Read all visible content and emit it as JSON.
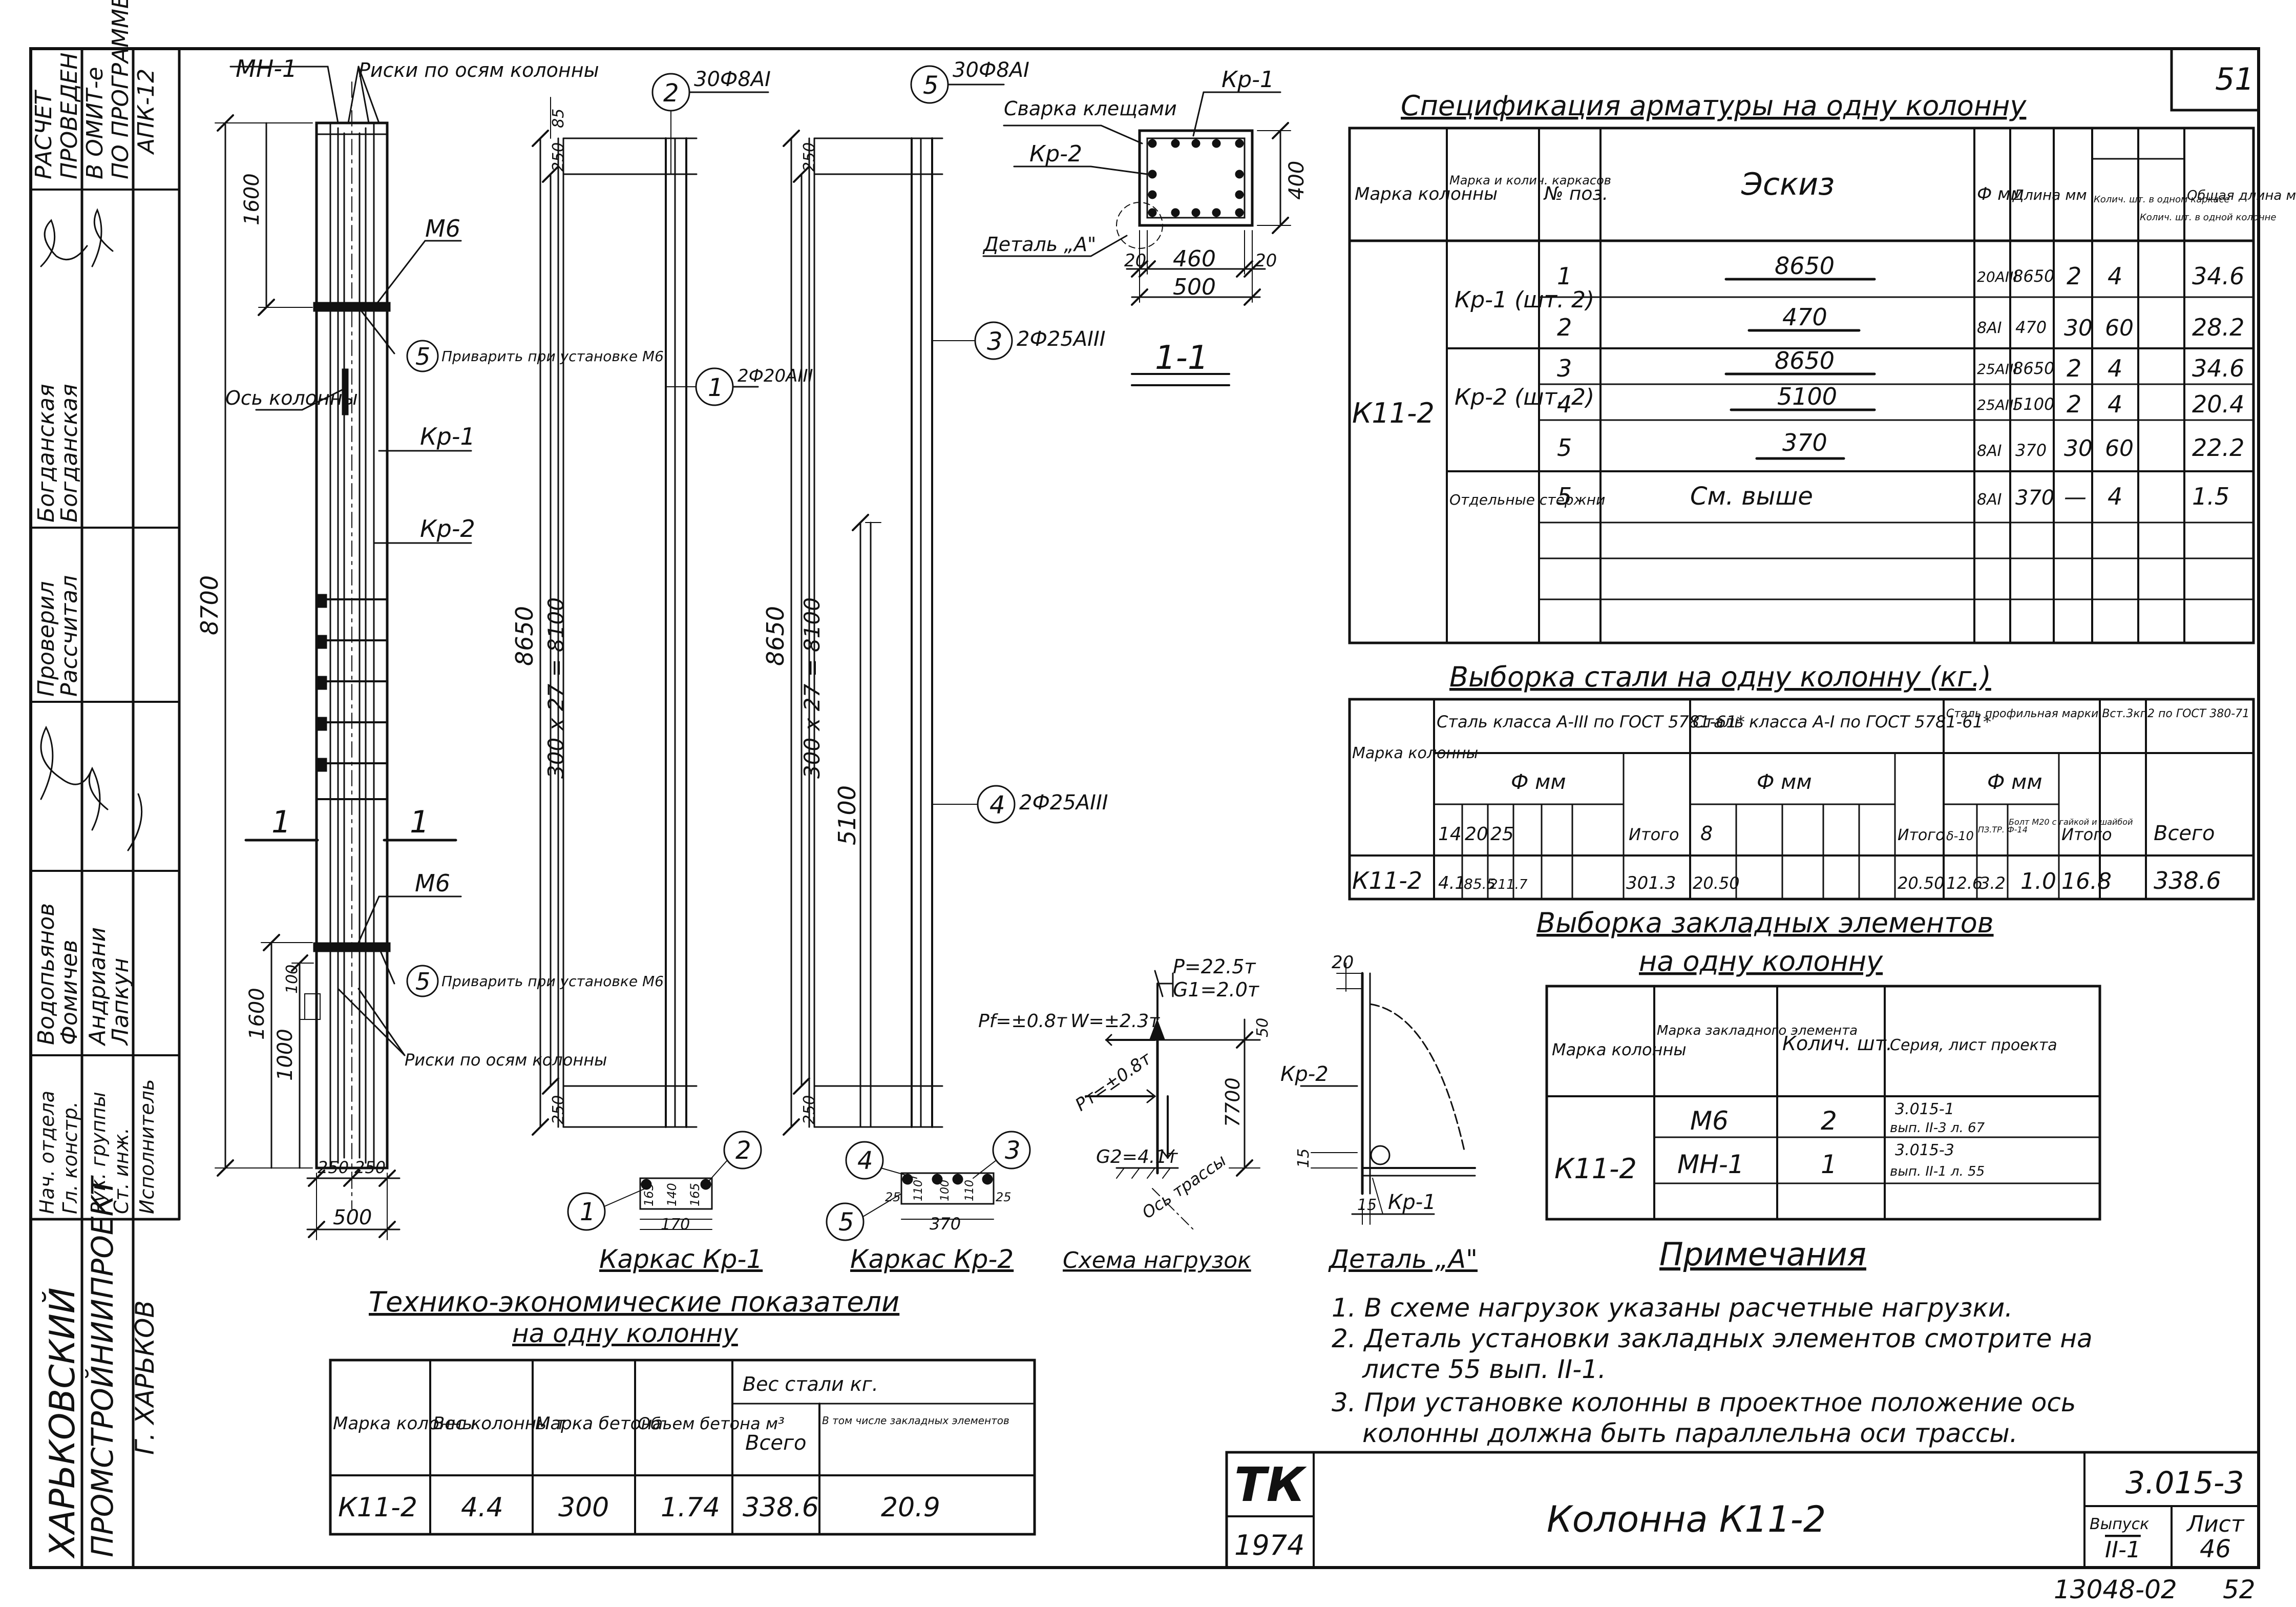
{
  "sheet_number": "51",
  "side": {
    "calc_note": [
      "РАСЧЕТ",
      "ПРОВЕДЕН",
      "В ОМИТ-е",
      "ПО ПРОГРАММЕ",
      "АПК-12"
    ],
    "org": [
      "ХАРЬКОВСКИЙ",
      "ПРОМСТРОЙНИИПРОЕКТ",
      "Г. ХАРЬКОВ"
    ],
    "roles": [
      "Нач. отдела",
      "Гл. констр.",
      "Рук. группы",
      "Ст. инж.",
      "Исполнитель",
      "Проверил",
      "Рассчитал"
    ],
    "names": [
      "Водопьянов",
      "Фомичев",
      "Андриани",
      "Лапкун",
      "Богданская",
      "Богданская"
    ]
  },
  "column_drawing": {
    "mn1": "МН-1",
    "riski_top": "Риски по осям колонны",
    "m6_top": "М6",
    "m6_bottom": "М6",
    "privarit_top": "Приварить при установке М6",
    "privarit_bottom": "Приварить при установке М6",
    "riski_bottom": "Риски по осям колонны",
    "os_kolonny": "Ось колонны",
    "kp1": "Кр-1",
    "kp2": "Кр-2",
    "dim_total": "8700",
    "dim_1600_top": "1600",
    "dim_1600_bottom": "1600",
    "dim_1000": "1000",
    "dim_100": "100",
    "dim_250a": "250",
    "dim_250b": "250",
    "dim_500": "500",
    "section_mark": "1",
    "pos5": "5"
  },
  "frame_kp1": {
    "pos2": "2",
    "bar2": "30Ф8АI",
    "pos1": "1",
    "bar1": "2Ф20АIII",
    "dim_8650": "8650",
    "dim_8100": "300 x 27 = 8100",
    "dim_250t": "250",
    "dim_250b": "250",
    "dim_85": "85",
    "title": "Каркас Кр-1",
    "sec_dims": [
      "165",
      "140",
      "165",
      "170"
    ]
  },
  "frame_kp2": {
    "pos5": "5",
    "bar5": "30Ф8АI",
    "pos3": "3",
    "bar3": "2Ф25АIII",
    "pos4": "4",
    "bar4": "2Ф25АIII",
    "dim_8650": "8650",
    "dim_8100": "300 x 27 = 8100",
    "dim_5100": "5100",
    "dim_250t": "250",
    "dim_250b": "250",
    "title": "Каркас Кр-2",
    "sec_dims": [
      "25",
      "110",
      "100",
      "110",
      "25",
      "370"
    ]
  },
  "section_11": {
    "svarka": "Сварка клещами",
    "kp1": "Кр-1",
    "kp2": "Кр-2",
    "detail": "Деталь „А\"",
    "dim_400": "400",
    "dim_460": "460",
    "dim_20a": "20",
    "dim_20b": "20",
    "dim_500": "500",
    "title": "1-1"
  },
  "loads": {
    "p": "P=22.5т",
    "g1": "G1=2.0т",
    "pf": "Pf=±0.8т",
    "w": "W=±2.3т",
    "pt": "Pт=±0.8т",
    "g2": "G2=4.1т",
    "os_trassy": "Ось трассы",
    "dim_7700": "7700",
    "dim_50": "50",
    "title": "Схема нагрузок"
  },
  "detail_a": {
    "kp2": "Кр-2",
    "kp1": "Кр-1",
    "d20": "20",
    "d15a": "15",
    "d15b": "15",
    "title": "Деталь „А\""
  },
  "spec": {
    "title": "Спецификация арматуры на одну колонну",
    "headers": [
      "Марка колонны",
      "Марка и колич. каркасов",
      "№ поз.",
      "Эскиз",
      "Ф мм",
      "Длина мм",
      "Колич. шт. в одном каркасе",
      "Колич. шт. в одной колонне",
      "Общая длина м"
    ],
    "column_mark": "К11-2",
    "groups": [
      "Кр-1 (шт. 2)",
      "Кр-2 (шт. 2)",
      "Отдельные стержни"
    ],
    "rows": [
      {
        "pos": "1",
        "sketch": "8650",
        "d": "20АIII",
        "len": "8650",
        "n1": "2",
        "n2": "4",
        "total": "34.6"
      },
      {
        "pos": "2",
        "sketch": "470",
        "d": "8АI",
        "len": "470",
        "n1": "30",
        "n2": "60",
        "total": "28.2"
      },
      {
        "pos": "3",
        "sketch": "8650",
        "d": "25АIII",
        "len": "8650",
        "n1": "2",
        "n2": "4",
        "total": "34.6"
      },
      {
        "pos": "4",
        "sketch": "5100",
        "d": "25АIII",
        "len": "5100",
        "n1": "2",
        "n2": "4",
        "total": "20.4"
      },
      {
        "pos": "5",
        "sketch": "370",
        "d": "8АI",
        "len": "370",
        "n1": "30",
        "n2": "60",
        "total": "22.2"
      },
      {
        "pos": "5",
        "sketch": "См. выше",
        "d": "8АI",
        "len": "370",
        "n1": "—",
        "n2": "4",
        "total": "1.5"
      }
    ]
  },
  "steel": {
    "title": "Выборка стали на одну колонну (кг.)",
    "h_mark": "Марка колонны",
    "h_a3": "Сталь класса А-III по ГОСТ 5781-61*",
    "h_a1": "Сталь класса А-I по ГОСТ 5781-61*",
    "h_prof": "Сталь профильная марки Вст.3кп2 по ГОСТ 380-71",
    "h_phi": "Ф мм",
    "sub_a3": [
      "14",
      "20",
      "25",
      "",
      ""
    ],
    "sub_a1": [
      "8",
      "",
      "",
      "",
      ""
    ],
    "sub_prof": [
      "δ-10",
      "ПЗ.ТР. Ф-14",
      "Болт М20 с гайкой и шайбой"
    ],
    "h_itogo": "Итого",
    "h_vsego": "Всего",
    "row": {
      "mark": "К11-2",
      "a3": [
        "4.1",
        "85.5",
        "211.7",
        "",
        ""
      ],
      "a3_total": "301.3",
      "a1": [
        "20.50",
        "",
        "",
        "",
        ""
      ],
      "a1_total": "20.50",
      "prof": [
        "12.6",
        "3.2",
        "1.0"
      ],
      "prof_total": "16.8",
      "all": "338.6"
    }
  },
  "embedded": {
    "title1": "Выборка закладных элементов",
    "title2": "на одну колонну",
    "headers": [
      "Марка колонны",
      "Марка закладного элемента",
      "Колич. шт.",
      "Серия, лист проекта"
    ],
    "column_mark": "К11-2",
    "rows": [
      {
        "el": "М6",
        "qty": "2",
        "series": [
          "3.015-1",
          "вып. II-3 л. 67"
        ]
      },
      {
        "el": "МН-1",
        "qty": "1",
        "series": [
          "3.015-3",
          "вып. II-1 л. 55"
        ]
      }
    ]
  },
  "tep": {
    "title1": "Технико-экономические показатели",
    "title2": "на одну колонну",
    "headers": [
      "Марка колонны",
      "Вес колонны т",
      "Марка бетона",
      "Объем бетона м³",
      "Вес стали кг."
    ],
    "sub": [
      "Всего",
      "В том числе закладных элементов"
    ],
    "row": [
      "К11-2",
      "4.4",
      "300",
      "1.74",
      "338.6",
      "20.9"
    ]
  },
  "notes": {
    "title": "Примечания",
    "items": [
      "1. В схеме нагрузок указаны расчетные нагрузки.",
      "2. Деталь установки закладных элементов смотрите на",
      "листе 55 вып. II-1.",
      "3. При установке колонны в проектное положение ось",
      "колонны должна быть параллельна оси трассы."
    ]
  },
  "title_block": {
    "logo": "ТК",
    "year": "1974",
    "name": "Колонна К11-2",
    "series": "3.015-3",
    "vyp_label": "Выпуск",
    "vyp": "II-1",
    "list_label": "Лист",
    "list": "46"
  },
  "bottom_code": "13048-02",
  "bottom_page": "52"
}
